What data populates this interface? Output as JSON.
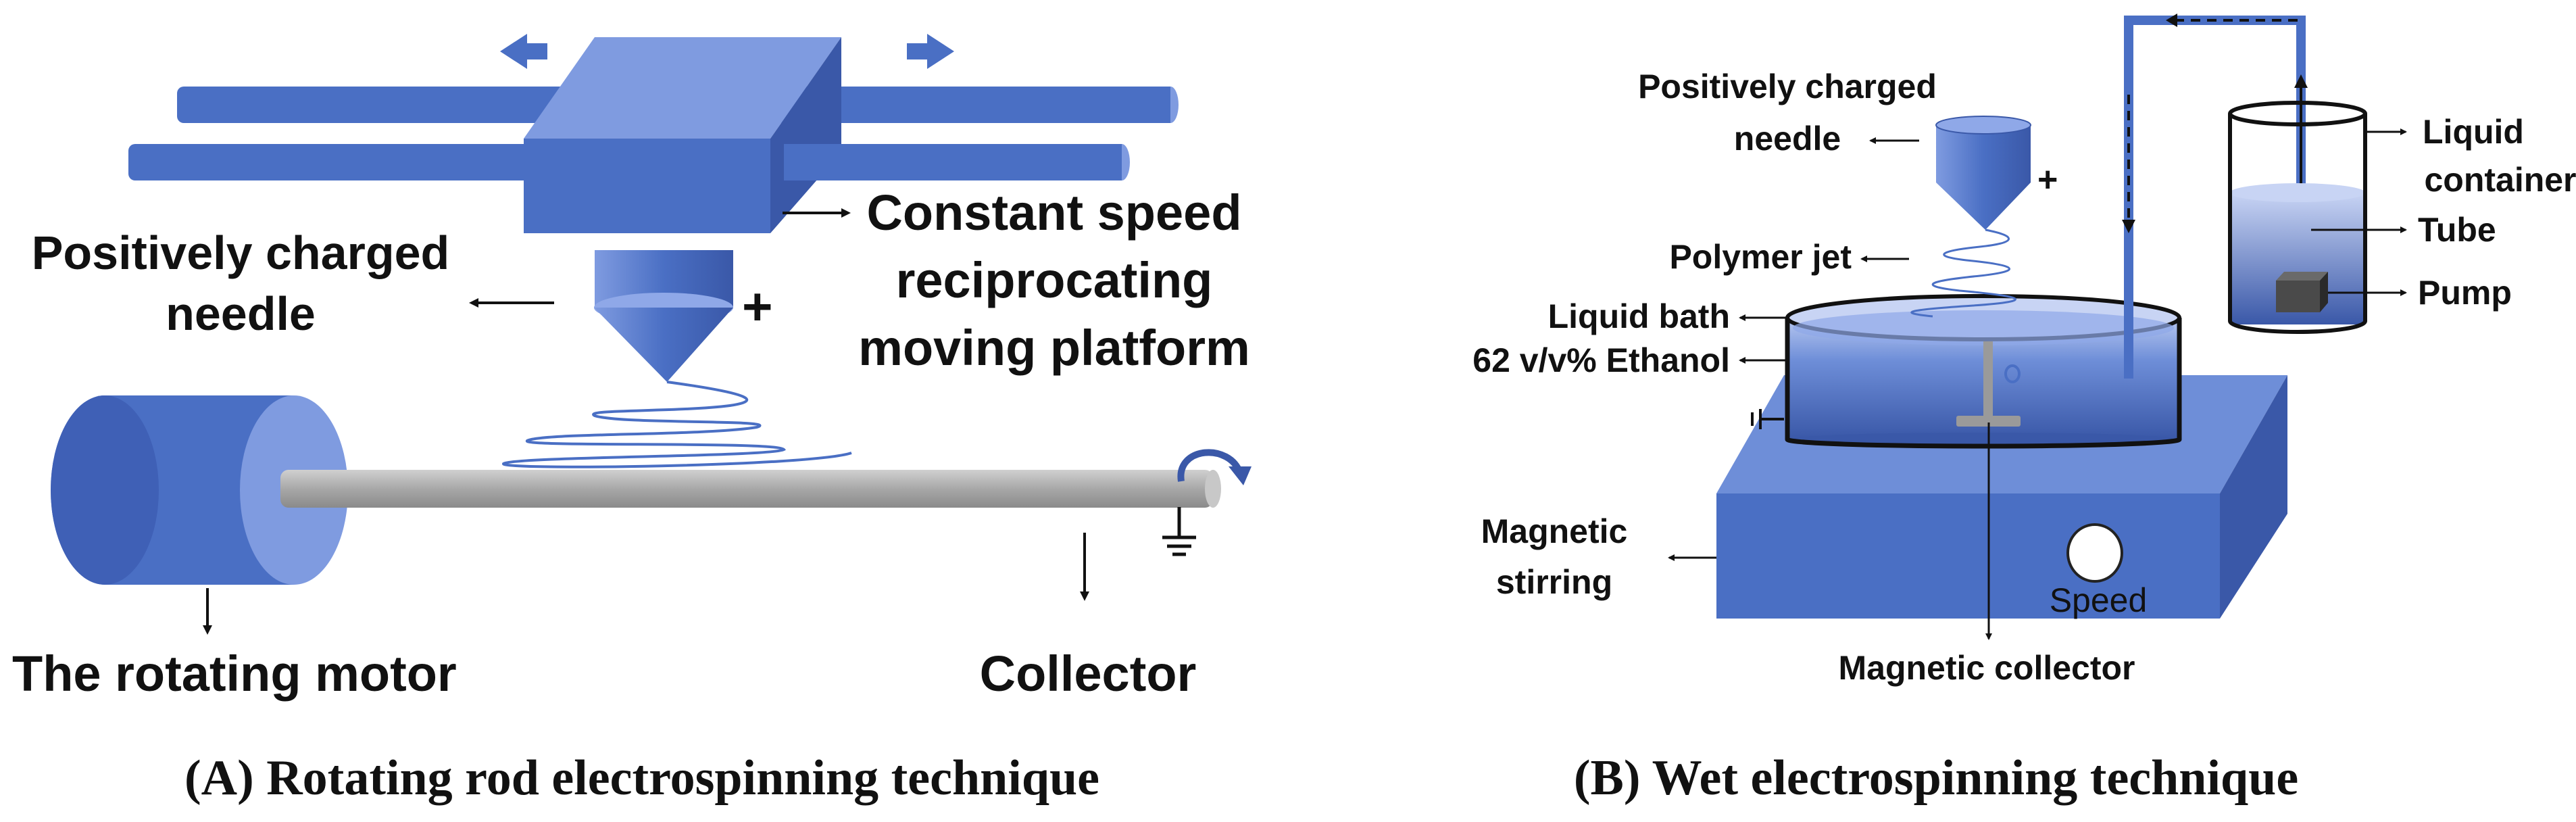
{
  "panel_a": {
    "caption": "(A) Rotating rod electrospinning technique",
    "labels": {
      "needle_line1": "Positively charged",
      "needle_line2": "needle",
      "platform_line1": "Constant speed",
      "platform_line2": "reciprocating",
      "platform_line3": "moving platform",
      "motor": "The rotating motor",
      "collector": "Collector",
      "plus": "+"
    }
  },
  "panel_b": {
    "caption": "(B) Wet electrospinning technique",
    "labels": {
      "needle_line1": "Positively charged",
      "needle_line2": "needle",
      "polymer_jet": "Polymer jet",
      "liquid_bath": "Liquid bath",
      "ethanol": "62 v/v% Ethanol",
      "magnetic_stirring_line1": "Magnetic",
      "magnetic_stirring_line2": "stirring",
      "magnetic_collector": "Magnetic collector",
      "speed": "Speed",
      "liquid_container_line1": "Liquid",
      "liquid_container_line2": "container",
      "tube": "Tube",
      "pump": "Pump",
      "plus": "+"
    }
  },
  "colors": {
    "primary_blue": "#4a6fc4",
    "dark_blue": "#3a58a8",
    "light_blue": "#7f9be0",
    "rod_gray": "#a8a8a8"
  }
}
